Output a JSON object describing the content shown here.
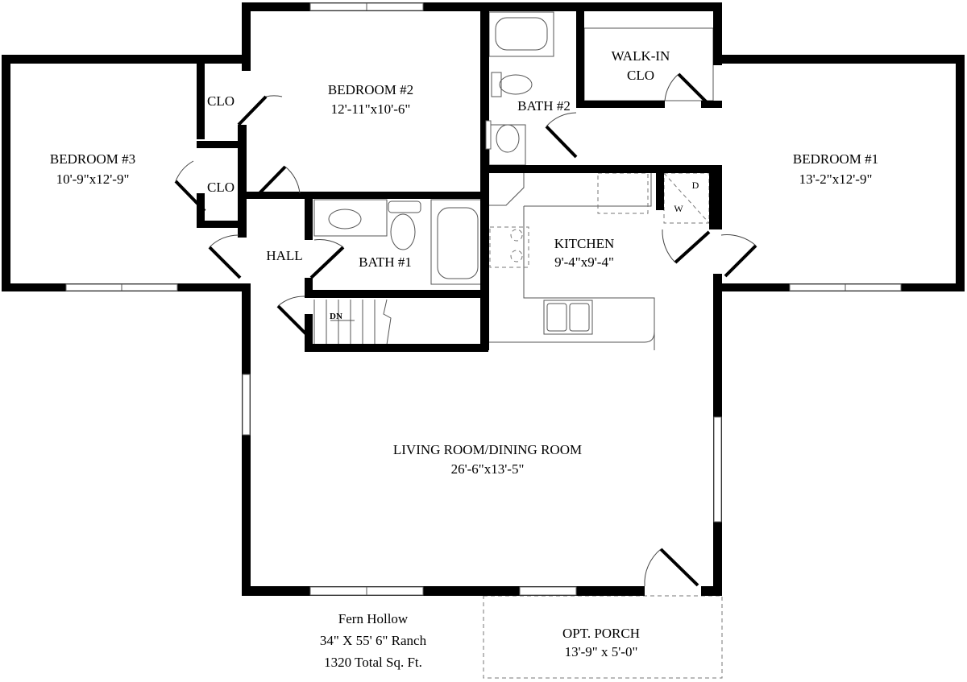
{
  "rooms": {
    "bedroom3": {
      "name": "BEDROOM #3",
      "size": "10'-9\"x12'-9\""
    },
    "bedroom2": {
      "name": "BEDROOM #2",
      "size": "12'-11\"x10'-6\""
    },
    "bedroom1": {
      "name": "BEDROOM #1",
      "size": "13'-2\"x12'-9\""
    },
    "clo_upper": "CLO",
    "clo_lower": "CLO",
    "walkin": {
      "line1": "WALK-IN",
      "line2": "CLO"
    },
    "bath2": "BATH #2",
    "bath1": "BATH #1",
    "hall": "HALL",
    "kitchen": {
      "name": "KITCHEN",
      "size": "9'-4\"x9'-4\""
    },
    "living": {
      "name": "LIVING ROOM/DINING ROOM",
      "size": "26'-6\"x13'-5\""
    },
    "porch": {
      "name": "OPT. PORCH",
      "size": "13'-9\" x 5'-0\""
    },
    "stairs": "DN",
    "dryer": "D",
    "washer": "W"
  },
  "plan_info": {
    "name": "Fern Hollow",
    "dimensions": "34\" X 55' 6\"  Ranch",
    "area": "1320 Total Sq. Ft."
  }
}
